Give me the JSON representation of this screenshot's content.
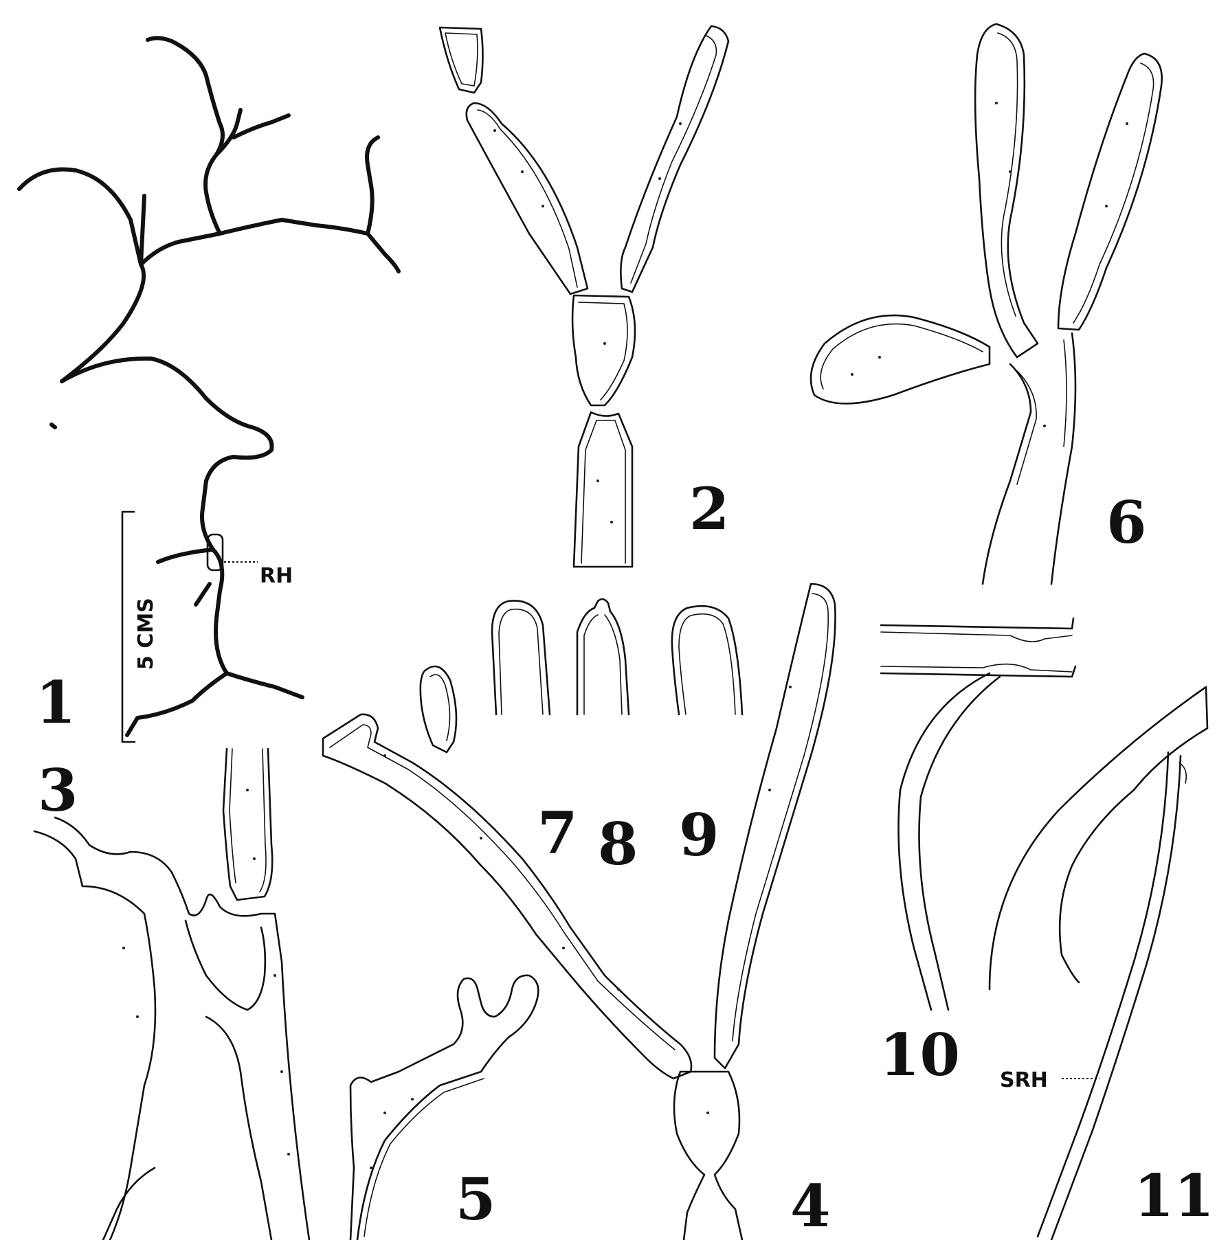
{
  "figure_numbers": [
    "1",
    "2",
    "3",
    "4",
    "5",
    "6",
    "7",
    "8",
    "9",
    "10",
    "11"
  ],
  "labels": {
    "rh": "RH",
    "srh": "SRH",
    "scale_bar": "5 CMS"
  }
}
